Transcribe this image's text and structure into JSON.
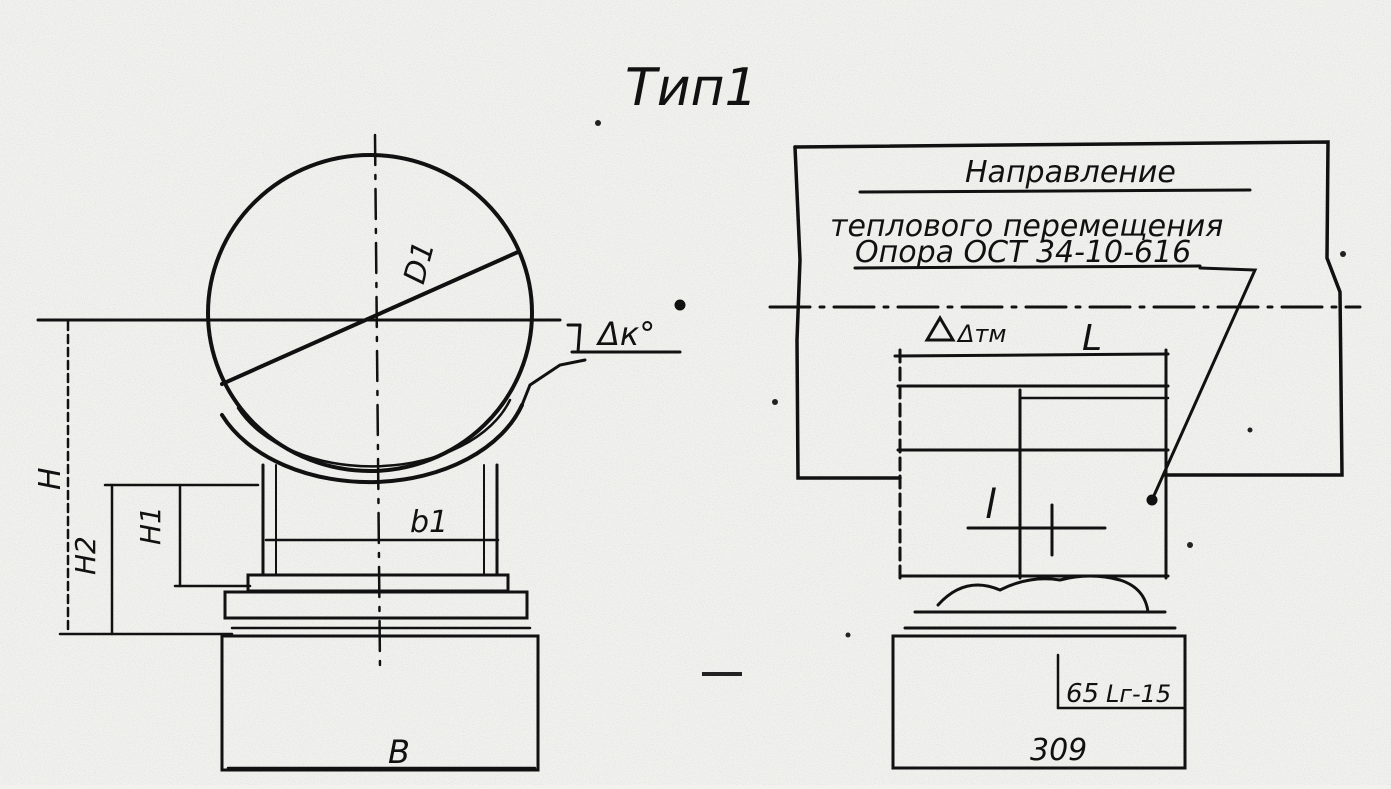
{
  "title": "Тип1",
  "left_view": {
    "dia_label": "D1",
    "dk_label": "Δк°",
    "h_label": "H",
    "h1_label": "H1",
    "h2_label": "H2",
    "b1_label": "b1",
    "b_label": "B"
  },
  "right_view": {
    "callout_line1": "Направление",
    "callout_line2": "теплового перемещения",
    "callout_line3": "Опора ОСТ 34-10-616",
    "dtm_label": "Δтм",
    "L_label": "L",
    "l_label": "l",
    "dim_65": "65",
    "dim_Lr": "Lг-15",
    "dim_309": "309"
  },
  "colors": {
    "ink": "#111111",
    "paper": "#f1f1ee"
  }
}
